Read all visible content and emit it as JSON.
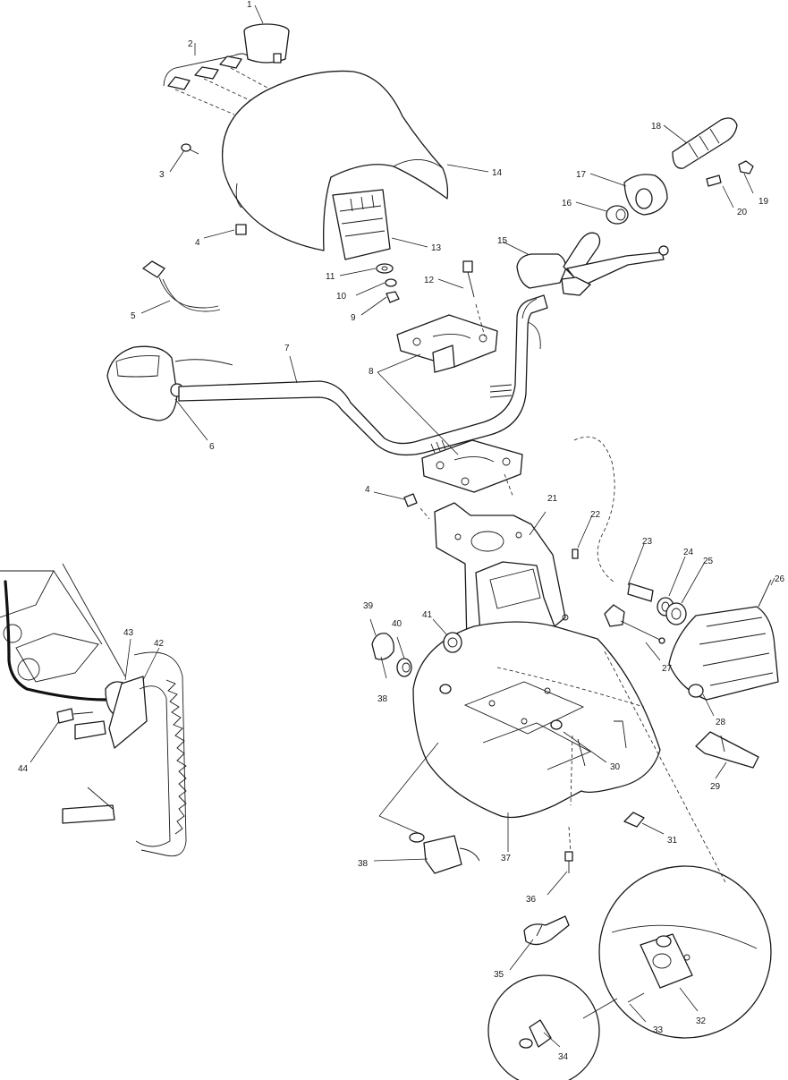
{
  "callouts": {
    "c1": "1",
    "c2": "2",
    "c3": "3",
    "c4a": "4",
    "c4b": "4",
    "c5": "5",
    "c6": "6",
    "c7": "7",
    "c8": "8",
    "c9": "9",
    "c10": "10",
    "c11": "11",
    "c12": "12",
    "c13": "13",
    "c14": "14",
    "c15": "15",
    "c16": "16",
    "c17": "17",
    "c18": "18",
    "c19": "19",
    "c20": "20",
    "c21": "21",
    "c22": "22",
    "c23": "23",
    "c24": "24",
    "c25": "25",
    "c26": "26",
    "c27": "27",
    "c28": "28",
    "c29": "29",
    "c30": "30",
    "c31": "31",
    "c32": "32",
    "c33": "33",
    "c34": "34",
    "c35": "35",
    "c36": "36",
    "c37": "37",
    "c38a": "38",
    "c38b": "38",
    "c39": "39",
    "c40": "40",
    "c41": "41",
    "c42": "42",
    "c43": "43",
    "c44": "44"
  },
  "colors": {
    "line": "#1a1a1a",
    "background": "#ffffff"
  }
}
